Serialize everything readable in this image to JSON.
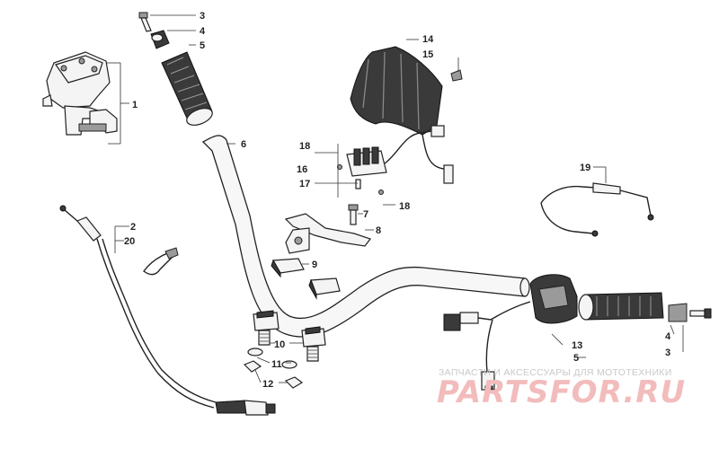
{
  "callouts": {
    "c1": "1",
    "c2": "2",
    "c3a": "3",
    "c3b": "3",
    "c4a": "4",
    "c4b": "4",
    "c5a": "5",
    "c5b": "5",
    "c6": "6",
    "c7": "7",
    "c8": "8",
    "c9": "9",
    "c10": "10",
    "c11": "11",
    "c12": "12",
    "c13": "13",
    "c14": "14",
    "c15": "15",
    "c16": "16",
    "c17": "17",
    "c18a": "18",
    "c18b": "18",
    "c19": "19",
    "c20": "20"
  },
  "watermark": {
    "caption": "ЗАПЧАСТИ И АКСЕССУАРЫ ДЛЯ МОТОТЕХНИКИ",
    "logo_text": "PARTSFOR.RU",
    "logo_color": "#f2bcbc"
  }
}
